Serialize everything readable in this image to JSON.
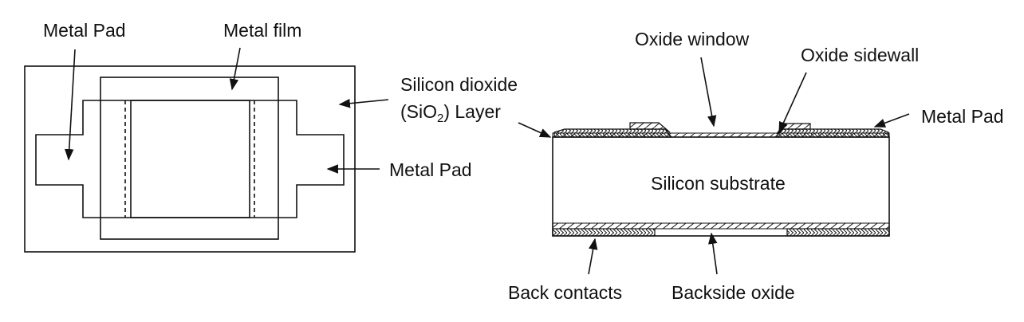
{
  "left_view": {
    "metal_pad_top": "Metal Pad",
    "metal_film": "Metal film",
    "sio2_line1": "Silicon dioxide",
    "sio2_pre": "(SiO",
    "sio2_sub": "2",
    "sio2_post": ") Layer",
    "metal_pad_right": "Metal Pad"
  },
  "right_view": {
    "oxide_window": "Oxide window",
    "oxide_sidewall": "Oxide sidewall",
    "metal_pad": "Metal Pad",
    "substrate": "Silicon substrate",
    "back_contacts": "Back contacts",
    "backside_oxide": "Backside oxide"
  },
  "colors": {
    "line": "#111111",
    "background": "#ffffff"
  }
}
